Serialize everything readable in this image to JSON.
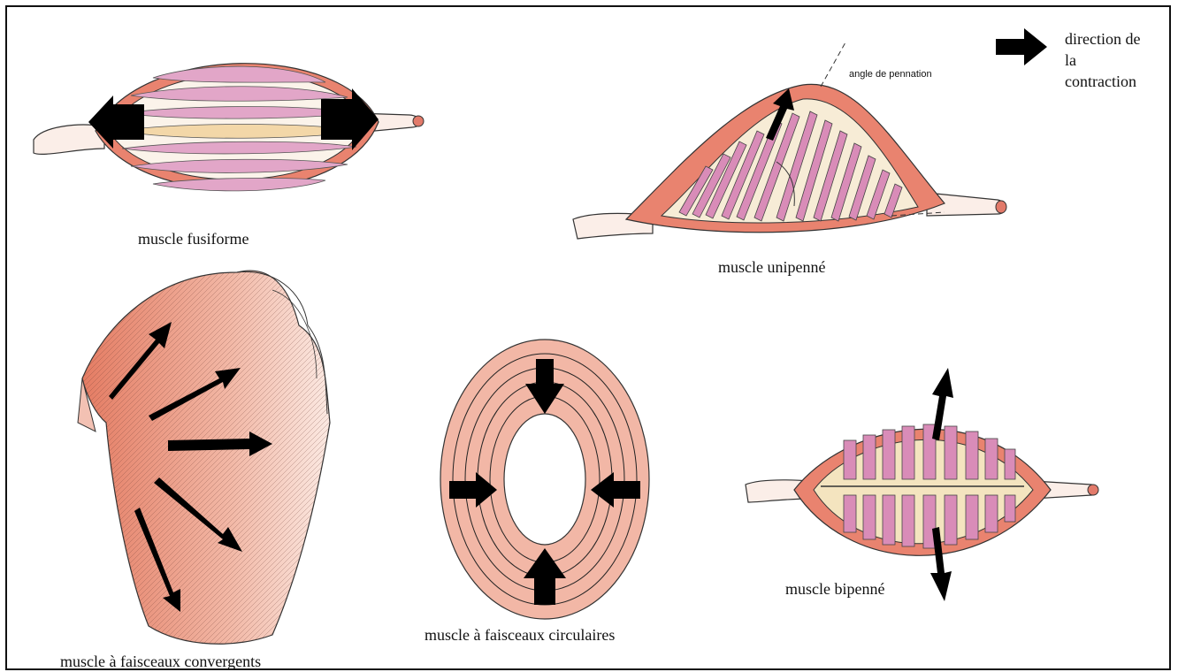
{
  "legend": {
    "icon": "arrow-right-icon",
    "lines": [
      "direction de",
      "la",
      "contraction"
    ]
  },
  "labels": {
    "fusiforme": "muscle fusiforme",
    "unipenne": "muscle unipenné",
    "convergents": "muscle à faisceaux convergents",
    "circulaires": "muscle à faisceaux circulaires",
    "bipenne": "muscle bipenné",
    "pennation": "angle de pennation"
  },
  "colors": {
    "muscle_outer": "#e9836f",
    "muscle_light": "#f6c9bb",
    "fascicle": "#d98cb8",
    "tendon": "#f3d7a8",
    "arrow": "#000000"
  }
}
